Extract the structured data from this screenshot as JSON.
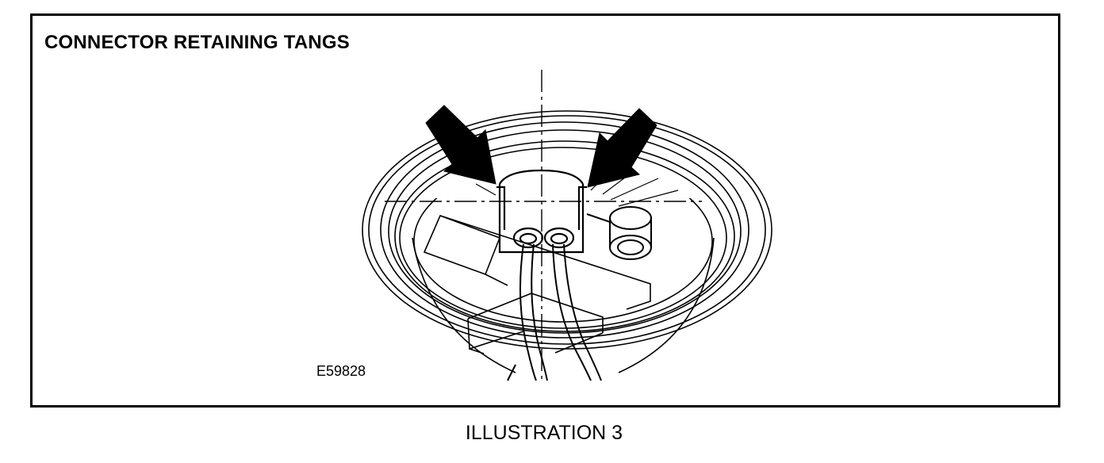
{
  "figure": {
    "title": "CONNECTOR RETAINING TANGS",
    "code": "E59828",
    "caption": "ILLUSTRATION 3",
    "colors": {
      "line": "#000000",
      "background": "#ffffff"
    }
  }
}
